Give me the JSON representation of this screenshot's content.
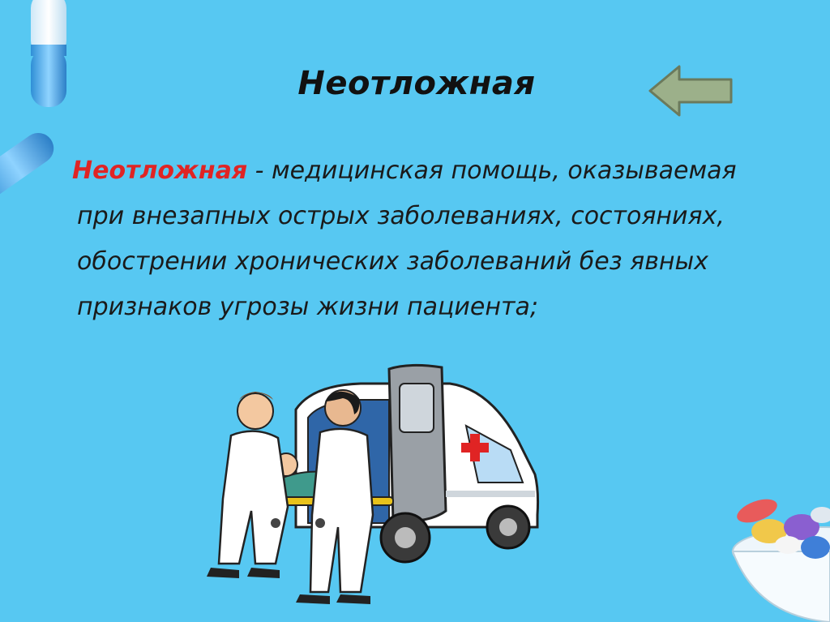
{
  "slide": {
    "background": "#57c8f2",
    "title": "Неотложная",
    "back_button_icon": "arrow-left-icon",
    "definition": {
      "term": "Неотложная",
      "separator": " - ",
      "text": "медицинская помощь, оказываемая при внезапных острых заболеваниях, состояниях, обострении хронических заболеваний без явных признаков угрозы жизни пациента;"
    },
    "colors": {
      "term": "#e02424",
      "text": "#1a1a1a",
      "arrow_fill": "#9cb08a",
      "arrow_stroke": "#6b7a5c"
    },
    "illustration": "ambulance-with-medics-illustration"
  }
}
